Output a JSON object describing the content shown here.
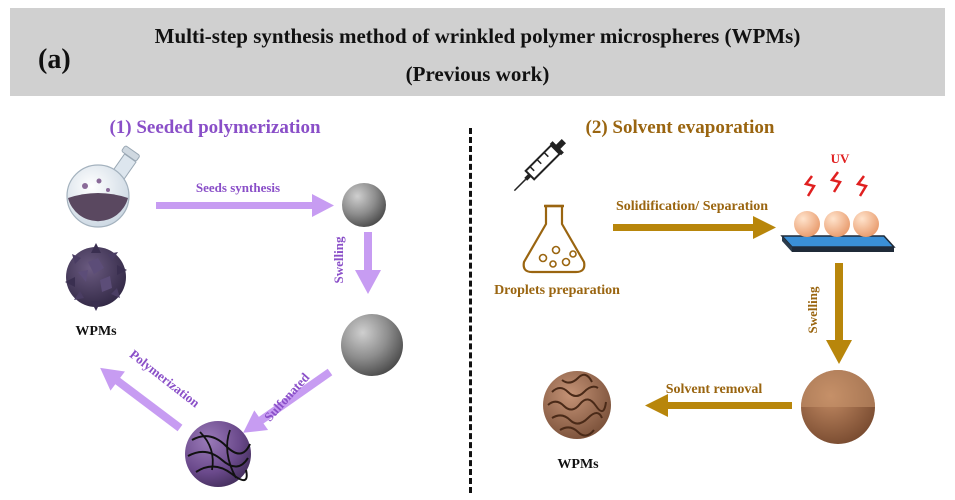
{
  "header": {
    "panel_label": "(a)",
    "title_line1": "Multi-step synthesis method of wrinkled polymer microspheres (WPMs)",
    "title_line2": "(Previous work)"
  },
  "left": {
    "section_title": "(1) Seeded polymerization",
    "step_seeds": "Seeds synthesis",
    "step_swelling": "Swelling",
    "step_sulfonated": "Sulfonated",
    "step_polymerization": "Polymerization",
    "product_label": "WPMs"
  },
  "right": {
    "section_title": "(2) Solvent evaporation",
    "step_droplets": "Droplets preparation",
    "step_solidification": "Solidification/ Separation",
    "uv_label": "UV",
    "step_swelling": "Swelling",
    "step_solvent_removal": "Solvent removal",
    "product_label": "WPMs"
  },
  "colors": {
    "header_bg": "#d0d0d0",
    "left_accent": "#8a4fc8",
    "left_arrow": "#c79cf2",
    "right_accent": "#9a6510",
    "right_arrow": "#b8860b",
    "uv_red": "#e02020"
  }
}
